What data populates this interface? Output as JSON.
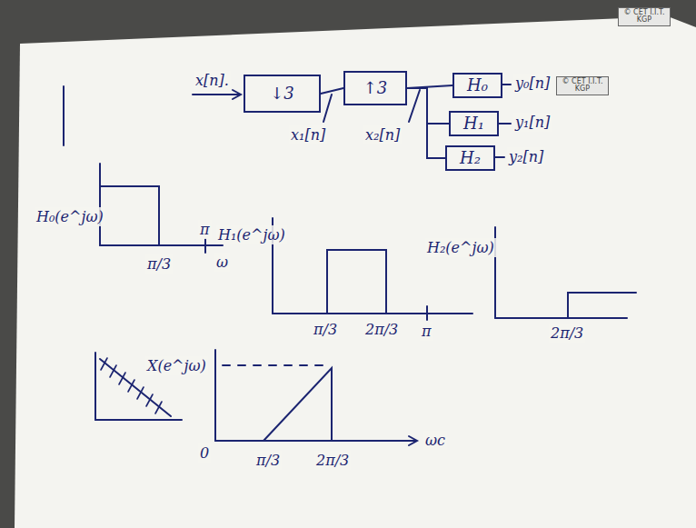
{
  "diagram": {
    "nodes": [
      {
        "text": [
          "↓3"
        ]
      },
      {
        "text": [
          "↑3"
        ]
      },
      {
        "text": [
          "H₀"
        ]
      },
      {
        "text": [
          "H₁"
        ]
      },
      {
        "text": [
          "H₂"
        ]
      }
    ],
    "edges": [
      {
        "from": 0,
        "to": 1,
        "arrow": "none"
      },
      {
        "from": 1,
        "to": 2,
        "arrow": "none"
      },
      {
        "from": 1,
        "to": 3,
        "arrow": "none"
      },
      {
        "from": 1,
        "to": 4,
        "arrow": "none"
      }
    ],
    "labels": [
      "x[n].",
      "x₁[n]",
      "x₂[n]",
      "y₀[n]",
      "y₁[n]",
      "y₂[n]",
      "© CET I.I.T. KGP",
      "© CET I.I.T. KGP",
      "H₀(e^jω)",
      "π/3",
      "π",
      "ω",
      "H₁(e^jω)",
      "π/3",
      "2π/3",
      "π",
      "H₂(e^jω)",
      "2π/3",
      "X(e^jω)",
      "0",
      "π/3",
      "2π/3",
      "ωc"
    ]
  }
}
